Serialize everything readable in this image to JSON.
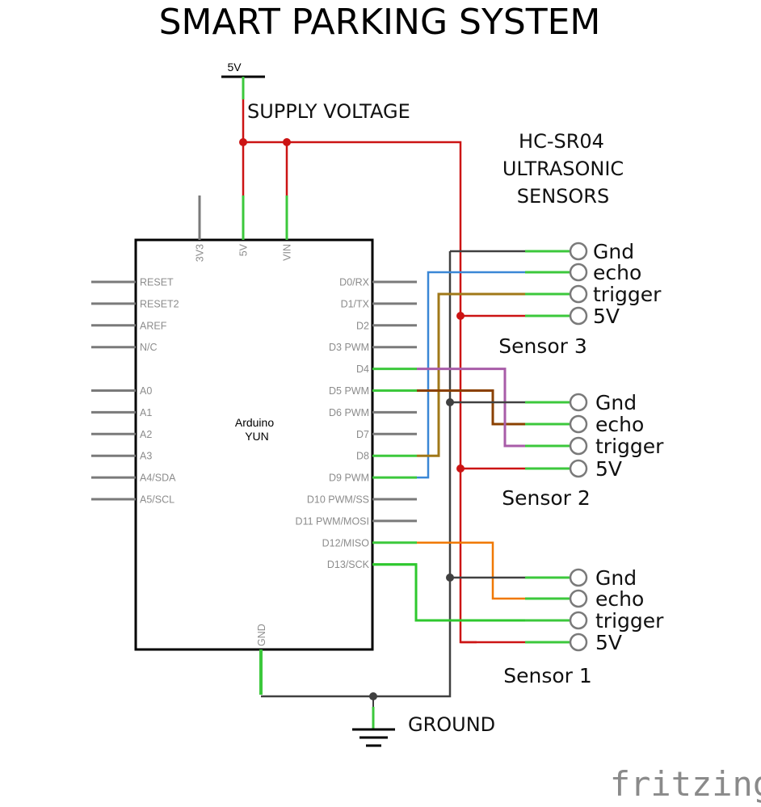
{
  "title": "SMART PARKING SYSTEM",
  "supply": {
    "symbol_label": "5V",
    "label": "SUPPLY VOLTAGE"
  },
  "ground": {
    "label": "GROUND"
  },
  "sensor_header": {
    "line1": "HC-SR04",
    "line2": "ULTRASONIC",
    "line3": "SENSORS"
  },
  "board": {
    "name_line1": "Arduino",
    "name_line2": "YUN",
    "top_pins": [
      "3V3",
      "5V",
      "VIN"
    ],
    "bottom_pin": "GND",
    "left_pins": [
      "RESET",
      "RESET2",
      "AREF",
      "N/C",
      "",
      "A0",
      "A1",
      "A2",
      "A3",
      "A4/SDA",
      "A5/SCL"
    ],
    "right_pins": [
      "D0/RX",
      "D1/TX",
      "D2",
      "D3 PWM",
      "D4",
      "D5 PWM",
      "D6 PWM",
      "D7",
      "D8",
      "D9 PWM",
      "D10 PWM/SS",
      "D11 PWM/MOSI",
      "D12/MISO",
      "D13/SCK"
    ]
  },
  "sensors": [
    {
      "name": "Sensor 3",
      "pins": [
        "Gnd",
        "echo",
        "trigger",
        "5V"
      ],
      "echo_pin": "D9 PWM",
      "trigger_pin": "D8"
    },
    {
      "name": "Sensor 2",
      "pins": [
        "Gnd",
        "echo",
        "trigger",
        "5V"
      ],
      "echo_pin": "D5 PWM",
      "trigger_pin": "D4"
    },
    {
      "name": "Sensor 1",
      "pins": [
        "Gnd",
        "echo",
        "trigger",
        "5V"
      ],
      "echo_pin": "D12/MISO",
      "trigger_pin": "D13/SCK"
    }
  ],
  "wire_colors": {
    "power": "#cc1414",
    "ground": "#404040",
    "s3_echo": "#3a87d6",
    "s3_trigger": "#a07818",
    "s2_echo": "#8a4000",
    "s2_trigger": "#a85ca8",
    "s1_echo": "#f07800",
    "s1_trigger": "#2ec82e",
    "pin_active": "#3cc83c",
    "pin_idle": "#7a7a7a"
  },
  "watermark": "fritzing"
}
